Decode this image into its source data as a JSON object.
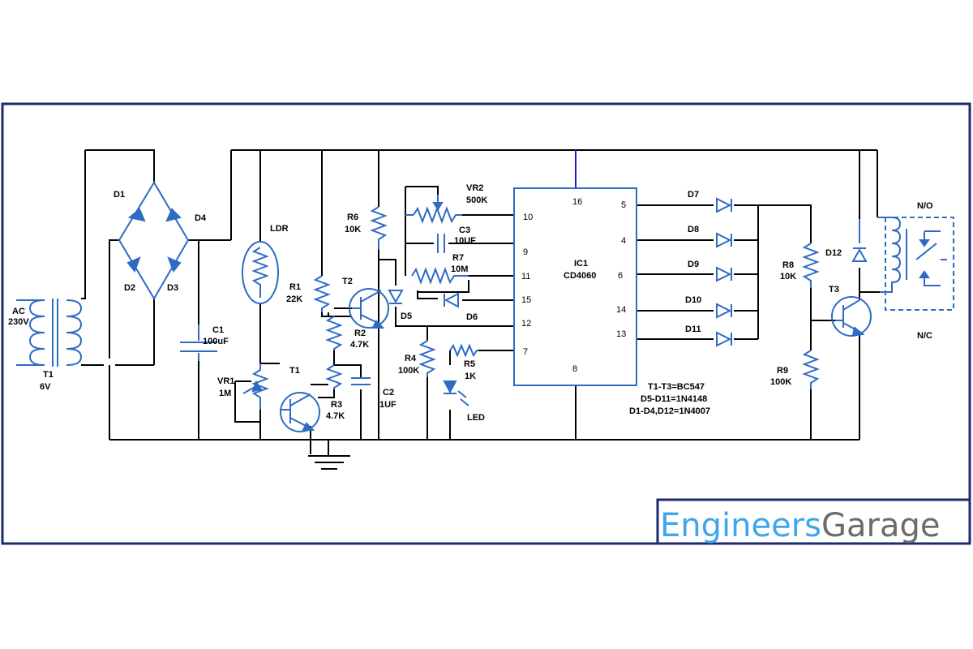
{
  "labels": {
    "ac": "AC",
    "ac_v": "230V",
    "t1": "T1",
    "t1_v": "6V",
    "d1": "D1",
    "d2": "D2",
    "d3": "D3",
    "d4": "D4",
    "c1": "C1",
    "c1_v": "100uF",
    "ldr": "LDR",
    "vr1": "VR1",
    "vr1_v": "1M",
    "r1": "R1",
    "r1_v": "22K",
    "t1q": "T1",
    "t2": "T2",
    "r2": "R2",
    "r2_v": "4.7K",
    "r3": "R3",
    "r3_v": "4.7K",
    "c2": "C2",
    "c2_v": "1UF",
    "r6": "R6",
    "r6_v": "10K",
    "d5": "D5",
    "d6": "D6",
    "vr2": "VR2",
    "vr2_v": "500K",
    "c3": "C3",
    "c3_v": "10UF",
    "r7": "R7",
    "r7_v": "10M",
    "r4": "R4",
    "r4_v": "100K",
    "r5": "R5",
    "r5_v": "1K",
    "led": "LED",
    "ic1": "IC1",
    "ic1_v": "CD4060",
    "d7": "D7",
    "d8": "D8",
    "d9": "D9",
    "d10": "D10",
    "d11": "D11",
    "d12": "D12",
    "r8": "R8",
    "r8_v": "10K",
    "r9": "R9",
    "r9_v": "100K",
    "t3": "T3",
    "no": "N/O",
    "nc": "N/C",
    "note1": "T1-T3=BC547",
    "note2": "D5-D11=1N4148",
    "note3": "D1-D4,D12=1N4007"
  },
  "pins": {
    "p16": "16",
    "p10": "10",
    "p9": "9",
    "p11": "11",
    "p15": "15",
    "p12": "12",
    "p7": "7",
    "p8": "8",
    "p5": "5",
    "p4": "4",
    "p6": "6",
    "p14": "14",
    "p13": "13"
  },
  "logo": {
    "part1": "Engineers",
    "part2": "Garage"
  },
  "colors": {
    "wire": "#000000",
    "component": "#2d6bc4",
    "frame": "#1a2a6c",
    "logo_blue": "#3ea6ea",
    "logo_gray": "#6b6b6b"
  }
}
